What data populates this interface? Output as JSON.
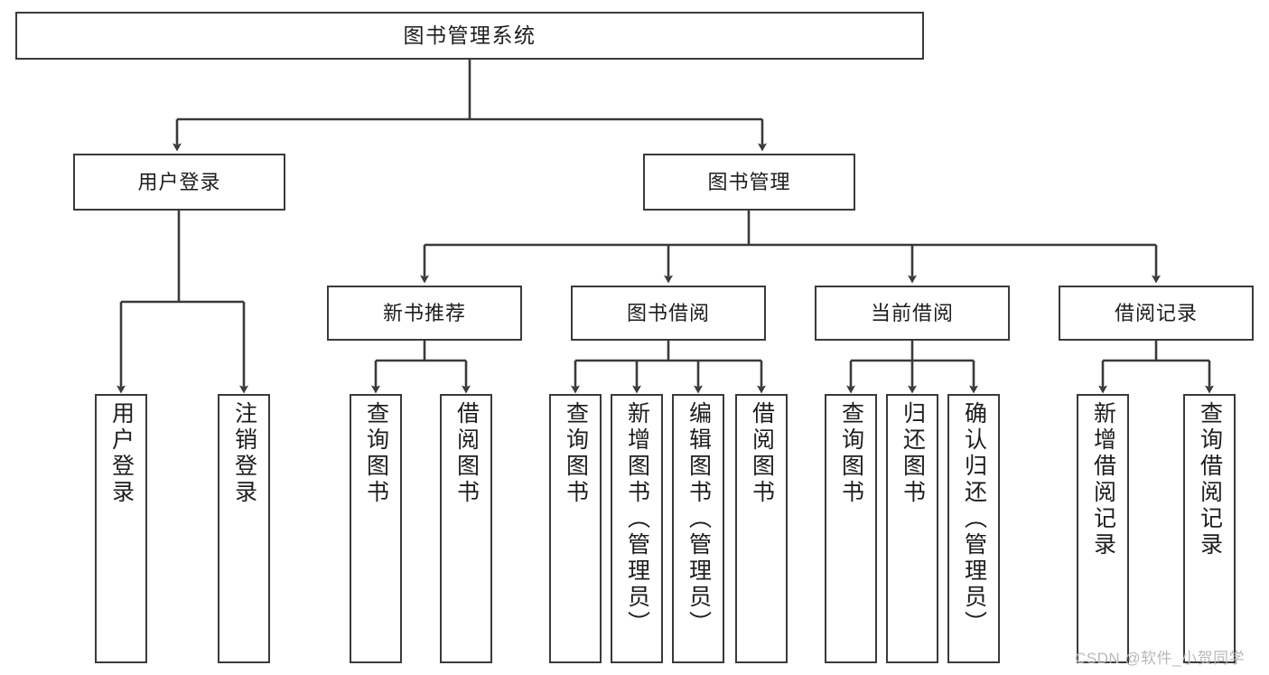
{
  "diagram": {
    "type": "tree",
    "title": "图书管理系统",
    "watermark": "CSDN @软件_小贺同学",
    "colors": {
      "box_border": "#3a3a3a",
      "box_fill": "#ffffff",
      "connector": "#3a3a3a",
      "text": "#1d1d1d",
      "watermark": "#b9b9b9"
    },
    "levels": {
      "level1": [
        {
          "id": "root",
          "label": "图书管理系统"
        }
      ],
      "level2": [
        {
          "id": "login",
          "label": "用户登录"
        },
        {
          "id": "bookmgmt",
          "label": "图书管理"
        }
      ],
      "level3": [
        {
          "id": "newbook",
          "label": "新书推荐"
        },
        {
          "id": "borrow",
          "label": "图书借阅"
        },
        {
          "id": "current",
          "label": "当前借阅"
        },
        {
          "id": "records",
          "label": "借阅记录"
        }
      ],
      "level4": [
        {
          "id": "leaf-user-login",
          "label": "用户登录",
          "parent": "login"
        },
        {
          "id": "leaf-user-logout",
          "label": "注销登录",
          "parent": "login"
        },
        {
          "id": "leaf-query-book-1",
          "label": "查询图书",
          "parent": "newbook"
        },
        {
          "id": "leaf-borrow-book-1",
          "label": "借阅图书",
          "parent": "newbook"
        },
        {
          "id": "leaf-query-book-2",
          "label": "查询图书",
          "parent": "borrow"
        },
        {
          "id": "leaf-add-book",
          "label": "新增图书（管理员）",
          "parent": "borrow"
        },
        {
          "id": "leaf-edit-book",
          "label": "编辑图书（管理员）",
          "parent": "borrow"
        },
        {
          "id": "leaf-borrow-book-2",
          "label": "借阅图书",
          "parent": "borrow"
        },
        {
          "id": "leaf-query-book-3",
          "label": "查询图书",
          "parent": "current"
        },
        {
          "id": "leaf-return-book",
          "label": "归还图书",
          "parent": "current"
        },
        {
          "id": "leaf-confirm-return",
          "label": "确认归还（管理员）",
          "parent": "current"
        },
        {
          "id": "leaf-add-record",
          "label": "新增借阅记录",
          "parent": "records"
        },
        {
          "id": "leaf-query-record",
          "label": "查询借阅记录",
          "parent": "records"
        }
      ]
    },
    "edges": [
      {
        "from": "root",
        "to": "login"
      },
      {
        "from": "root",
        "to": "bookmgmt"
      },
      {
        "from": "bookmgmt",
        "to": "newbook"
      },
      {
        "from": "bookmgmt",
        "to": "borrow"
      },
      {
        "from": "bookmgmt",
        "to": "current"
      },
      {
        "from": "bookmgmt",
        "to": "records"
      },
      {
        "from": "login",
        "to": "leaf-user-login"
      },
      {
        "from": "login",
        "to": "leaf-user-logout"
      },
      {
        "from": "newbook",
        "to": "leaf-query-book-1"
      },
      {
        "from": "newbook",
        "to": "leaf-borrow-book-1"
      },
      {
        "from": "borrow",
        "to": "leaf-query-book-2"
      },
      {
        "from": "borrow",
        "to": "leaf-add-book"
      },
      {
        "from": "borrow",
        "to": "leaf-edit-book"
      },
      {
        "from": "borrow",
        "to": "leaf-borrow-book-2"
      },
      {
        "from": "current",
        "to": "leaf-query-book-3"
      },
      {
        "from": "current",
        "to": "leaf-return-book"
      },
      {
        "from": "current",
        "to": "leaf-confirm-return"
      },
      {
        "from": "records",
        "to": "leaf-add-record"
      },
      {
        "from": "records",
        "to": "leaf-query-record"
      }
    ]
  }
}
